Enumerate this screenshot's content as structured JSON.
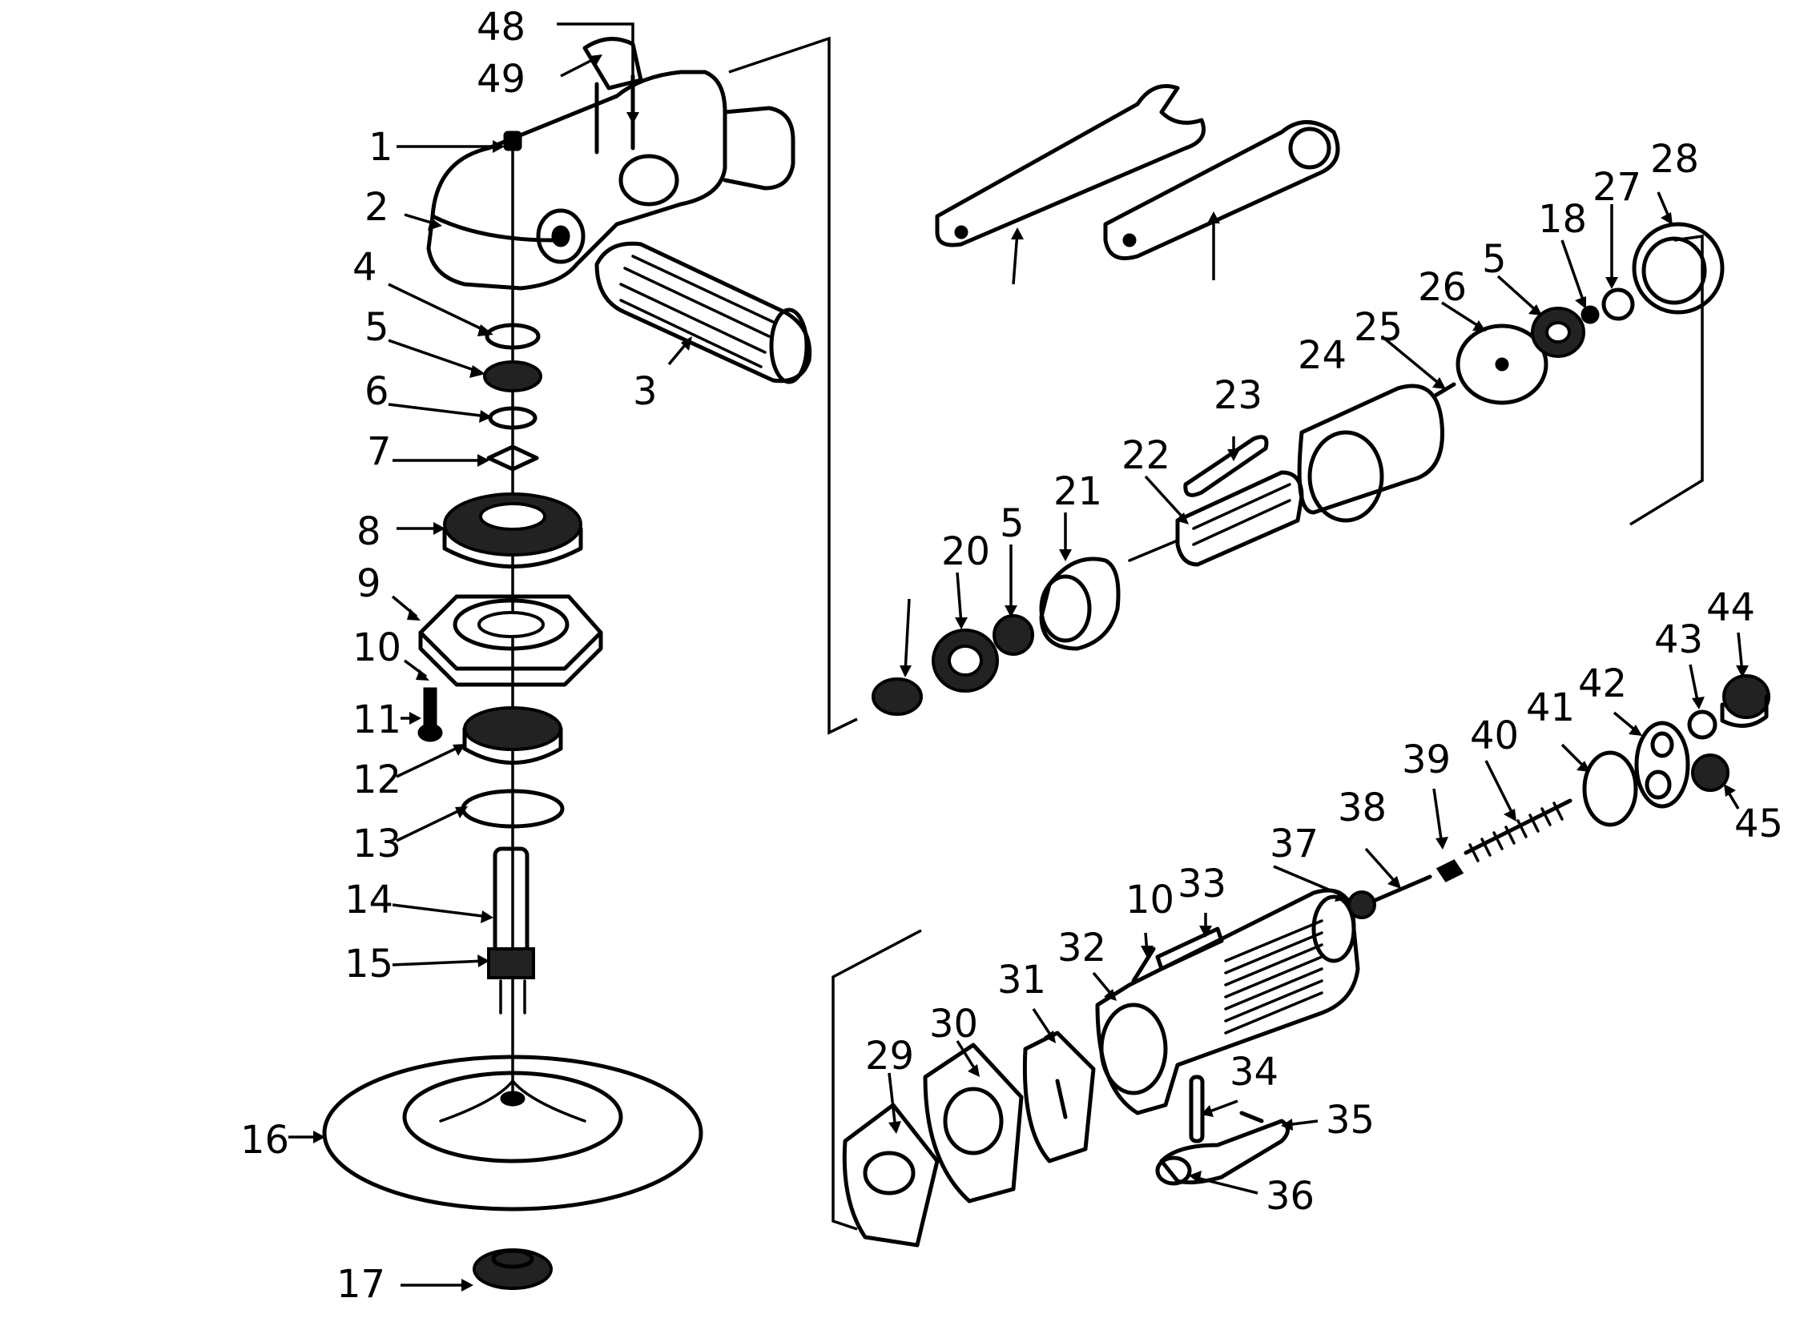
{
  "diagram": {
    "labels": {
      "p1": "1",
      "p2": "2",
      "p3": "3",
      "p4": "4",
      "p5a": "5",
      "p6": "6",
      "p7": "7",
      "p8": "8",
      "p9": "9",
      "p10a": "10",
      "p11": "11",
      "p12": "12",
      "p13": "13",
      "p14": "14",
      "p15": "15",
      "p16": "16",
      "p17": "17",
      "p18": "18",
      "p20": "20",
      "p5b": "5",
      "p21": "21",
      "p22": "22",
      "p23": "23",
      "p24": "24",
      "p25": "25",
      "p26": "26",
      "p5c": "5",
      "p27": "27",
      "p28": "28",
      "p29": "29",
      "p30": "30",
      "p31": "31",
      "p32": "32",
      "p10b": "10",
      "p33": "33",
      "p34": "34",
      "p35": "35",
      "p36": "36",
      "p37": "37",
      "p38": "38",
      "p39": "39",
      "p40": "40",
      "p41": "41",
      "p42": "42",
      "p43": "43",
      "p44": "44",
      "p45": "45",
      "p48": "48",
      "p49": "49"
    }
  }
}
